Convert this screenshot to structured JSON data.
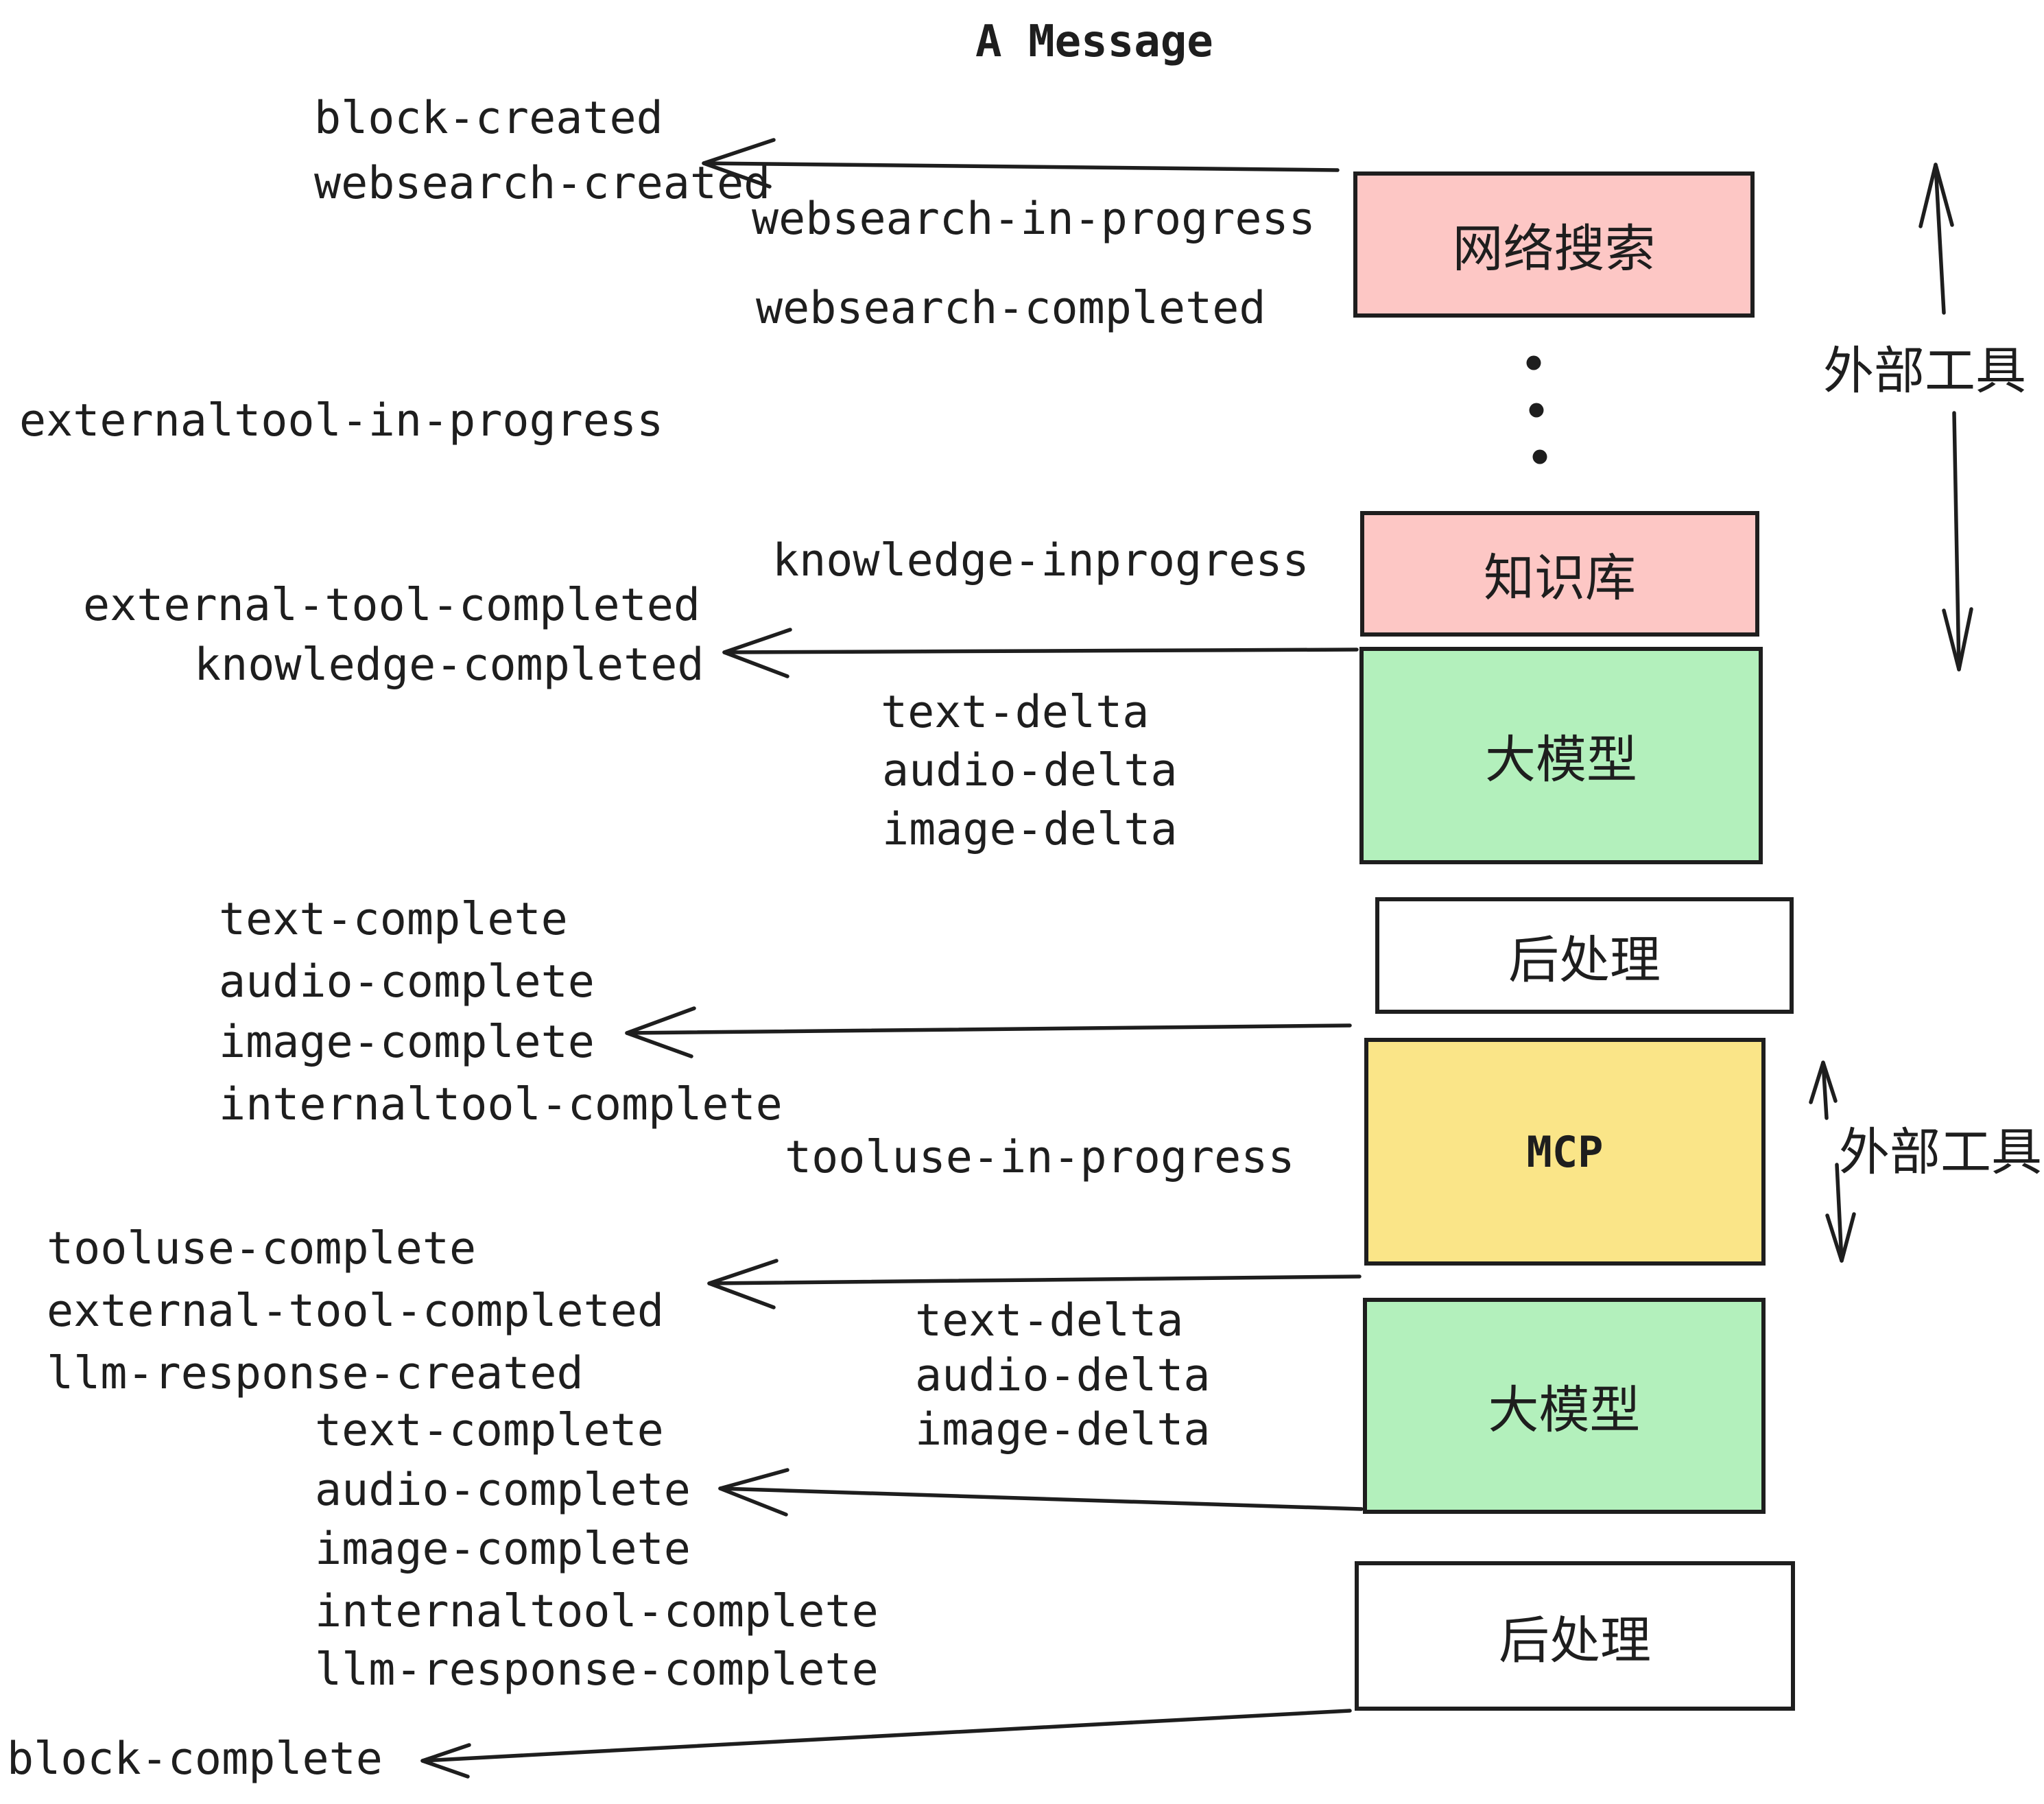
{
  "title": "A Message",
  "nodes": {
    "websearch": {
      "label": "网络搜索",
      "fill": "#fdc7c5"
    },
    "knowledge": {
      "label": "知识库",
      "fill": "#fdc7c5"
    },
    "llm_top": {
      "label": "大模型",
      "fill": "#b3f0bc"
    },
    "postprocess_top": {
      "label": "后处理",
      "fill": "#ffffff"
    },
    "mcp": {
      "label": "MCP",
      "fill": "#fae588"
    },
    "llm_bottom": {
      "label": "大模型",
      "fill": "#b3f0bc"
    },
    "postprocess_bottom": {
      "label": "后处理",
      "fill": "#ffffff"
    }
  },
  "annotations": {
    "external_tools_top": "外部工具",
    "external_tools_bottom": "外部工具"
  },
  "events": {
    "block_created": "block-created",
    "websearch_created": "websearch-created",
    "websearch_in_progress": "websearch-in-progress",
    "websearch_completed": "websearch-completed",
    "externaltool_in_progress": "externaltool-in-progress",
    "knowledge_inprogress": "knowledge-inprogress",
    "external_tool_completed_1": "external-tool-completed",
    "knowledge_completed": "knowledge-completed",
    "text_delta_1": "text-delta",
    "audio_delta_1": "audio-delta",
    "image_delta_1": "image-delta",
    "text_complete_1": "text-complete",
    "audio_complete_1": "audio-complete",
    "image_complete_1": "image-complete",
    "internaltool_complete_1": "internaltool-complete",
    "tooluse_in_progress": "tooluse-in-progress",
    "tooluse_complete": "tooluse-complete",
    "external_tool_completed_2": "external-tool-completed",
    "llm_response_created": "llm-response-created",
    "text_complete_2": "text-complete",
    "audio_complete_2": "audio-complete",
    "image_complete_2": "image-complete",
    "internaltool_complete_2": "internaltool-complete",
    "llm_response_complete": "llm-response-complete",
    "text_delta_2": "text-delta",
    "audio_delta_2": "audio-delta",
    "image_delta_2": "image-delta",
    "block_complete": "block-complete"
  },
  "colors": {
    "stroke": "#1e1e1e",
    "pink": "#fdc7c5",
    "green": "#b3f0bc",
    "yellow": "#fae588",
    "white": "#ffffff"
  }
}
